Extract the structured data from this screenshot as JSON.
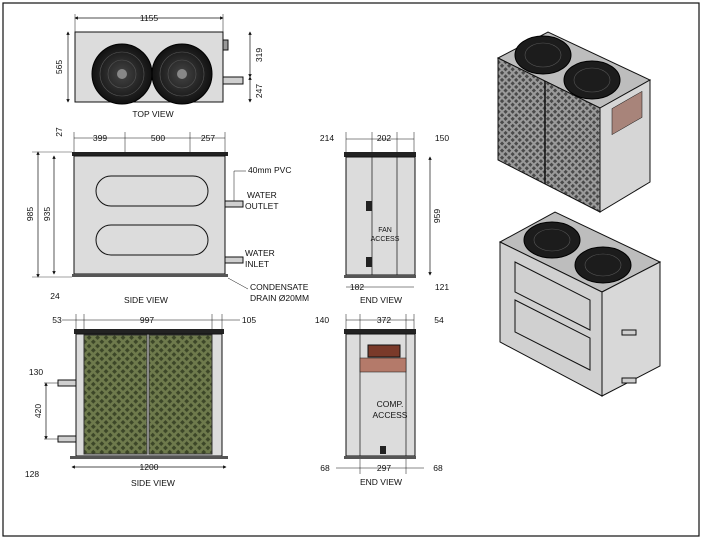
{
  "views": {
    "top_view": "TOP VIEW",
    "side_view_upper": "SIDE VIEW",
    "end_view_upper": "END VIEW",
    "side_view_lower": "SIDE VIEW",
    "end_view_lower": "END VIEW"
  },
  "top_dims": {
    "width": "1155",
    "depth": "565",
    "right_upper": "319",
    "right_lower": "247"
  },
  "side_upper_dims": {
    "top_offset": "27",
    "left": "399",
    "mid": "500",
    "right": "257",
    "total_height": "985",
    "inner_height": "935",
    "bottom_offset": "24"
  },
  "side_upper_notes": {
    "pvc": "40mm PVC",
    "water_outlet_1": "WATER",
    "water_outlet_2": "OUTLET",
    "water_inlet_1": "WATER",
    "water_inlet_2": "INLET",
    "condensate_1": "CONDENSATE",
    "condensate_2": "DRAIN Ø20MM"
  },
  "end_upper_dims": {
    "left": "214",
    "mid": "202",
    "right": "150",
    "height": "959",
    "bottom_left": "182",
    "bottom_right": "121"
  },
  "end_upper_notes": {
    "fan_1": "FAN",
    "fan_2": "ACCESS"
  },
  "side_lower_dims": {
    "left": "53",
    "mid": "997",
    "right": "105",
    "pipe_top": "130",
    "pipe_gap": "420",
    "bottom_offset": "128",
    "width": "1200"
  },
  "end_lower_dims": {
    "left": "140",
    "mid": "372",
    "right": "54",
    "bottom_left": "68",
    "bottom_mid": "297",
    "bottom_right": "68"
  },
  "end_lower_notes": {
    "comp_1": "COMP.",
    "comp_2": "ACCESS"
  },
  "colors": {
    "line": "#111111",
    "panel": "#d9d9d9",
    "fan": "#1a1a1a",
    "mesh": "#55603a",
    "body3d": "#cfcfcf"
  }
}
